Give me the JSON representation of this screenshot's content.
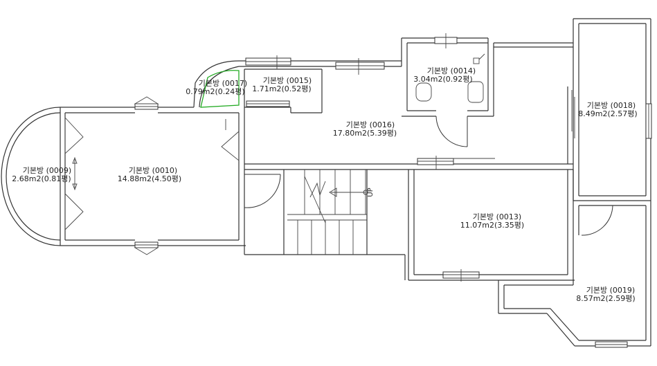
{
  "rooms": [
    {
      "id": "r0009",
      "name": "기본방 (0009)",
      "area": "2.68m2(0.81평)"
    },
    {
      "id": "r0010",
      "name": "기본방 (0010)",
      "area": "14.88m2(4.50평)"
    },
    {
      "id": "r0017",
      "name": "기본방 (0017)",
      "area": "0.79m2(0.24평)"
    },
    {
      "id": "r0015",
      "name": "기본방 (0015)",
      "area": "1.71m2(0.52평)"
    },
    {
      "id": "r0016",
      "name": "기본방 (0016)",
      "area": "17.80m2(5.39평)"
    },
    {
      "id": "r0014",
      "name": "기본방 (0014)",
      "area": "3.04m2(0.92평)"
    },
    {
      "id": "r0018",
      "name": "기본방 (0018)",
      "area": "8.49m2(2.57평)"
    },
    {
      "id": "r0013",
      "name": "기본방 (0013)",
      "area": "11.07m2(3.35평)"
    },
    {
      "id": "r0019",
      "name": "기본방 (0019)",
      "area": "8.57m2(2.59평)"
    }
  ],
  "stair": {
    "label": "UP"
  },
  "colors": {
    "wall": "#333333",
    "highlight": "#22aa22",
    "background": "#ffffff"
  }
}
